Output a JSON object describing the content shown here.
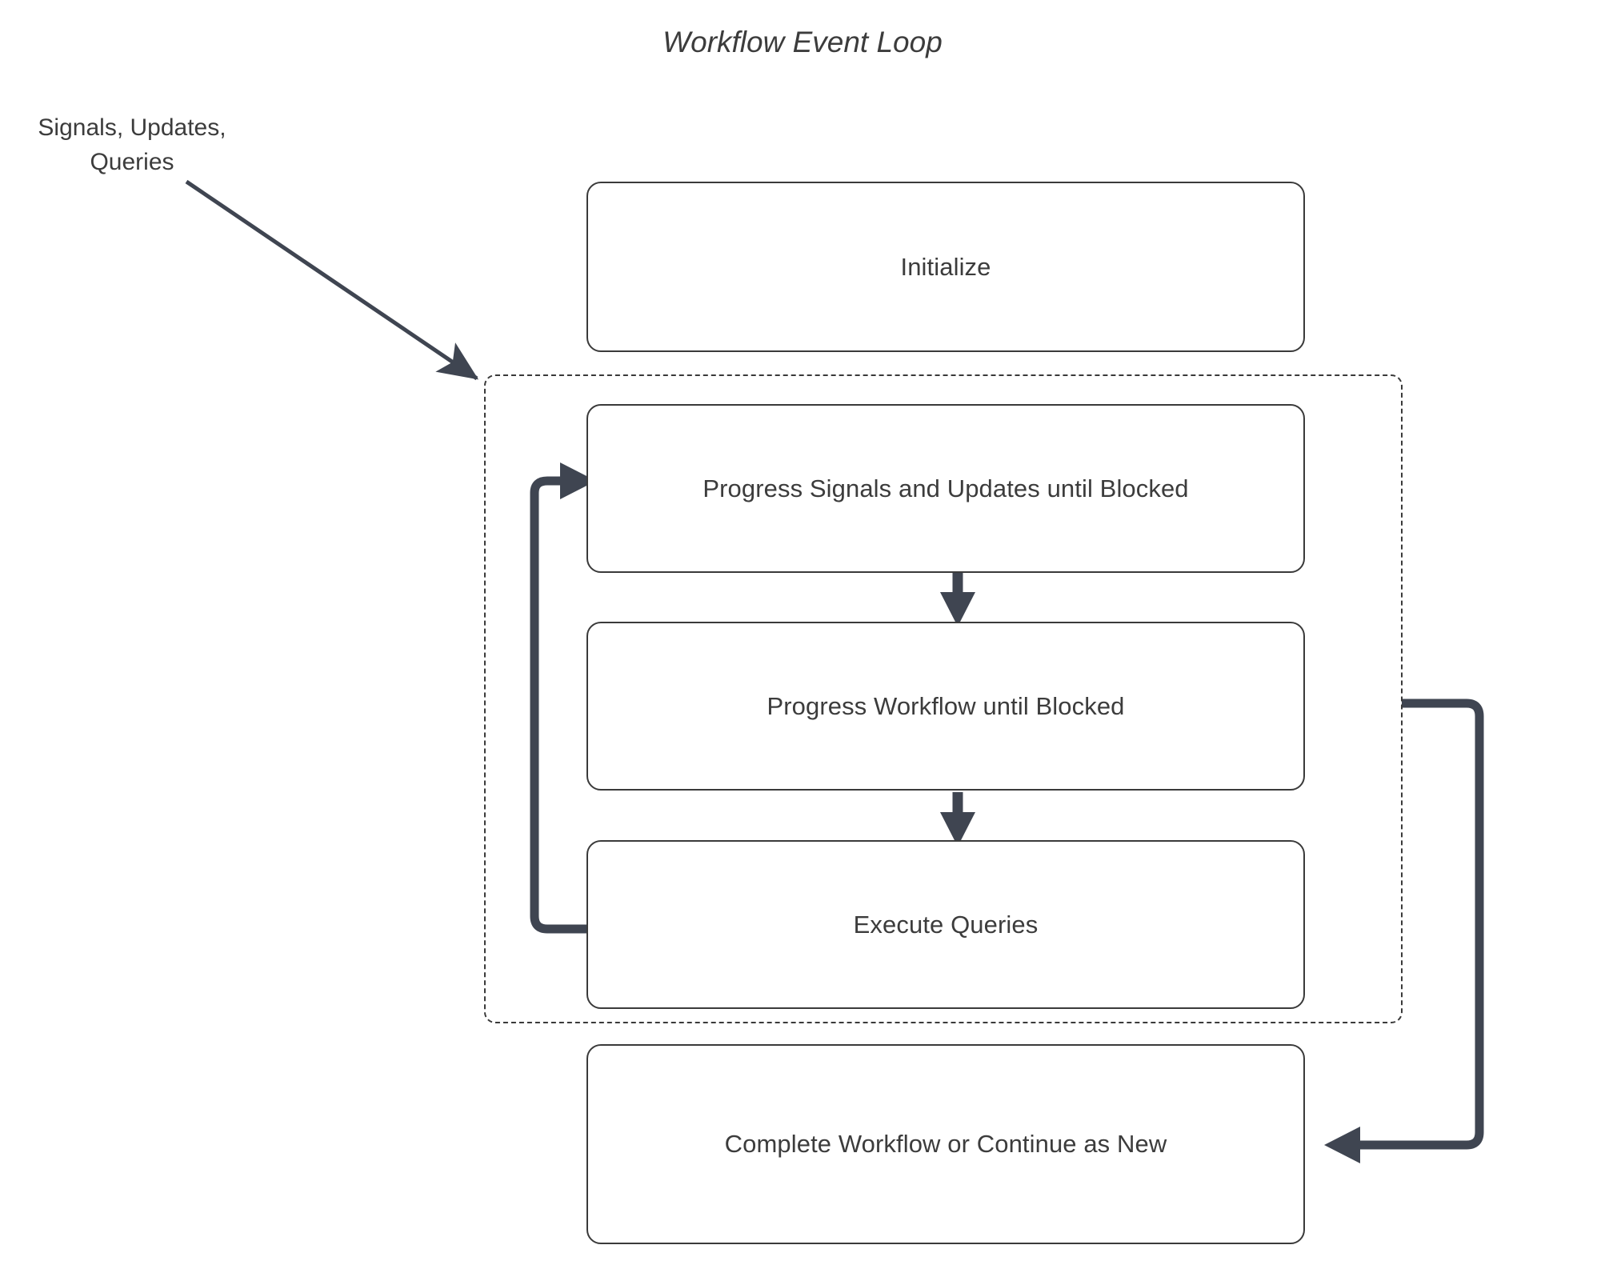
{
  "diagram": {
    "title": "Workflow Event Loop",
    "external_input": {
      "label_line1": "Signals, Updates,",
      "label_line2": "Queries"
    },
    "nodes": [
      {
        "id": "initialize",
        "label": "Initialize"
      },
      {
        "id": "progress-signals-updates",
        "label": "Progress Signals and Updates until Blocked"
      },
      {
        "id": "progress-workflow",
        "label": "Progress Workflow until Blocked"
      },
      {
        "id": "execute-queries",
        "label": "Execute Queries"
      },
      {
        "id": "complete-workflow",
        "label": "Complete Workflow or Continue as New"
      }
    ],
    "group": {
      "id": "event-loop-group",
      "style": "dashed",
      "contains": [
        "progress-signals-updates",
        "progress-workflow",
        "execute-queries"
      ]
    },
    "edges": [
      {
        "id": "external-to-loop",
        "from": "external-input",
        "to": "event-loop-group",
        "style": "solid-thin-arrow"
      },
      {
        "id": "signals-to-workflow",
        "from": "progress-signals-updates",
        "to": "progress-workflow",
        "style": "solid-arrow"
      },
      {
        "id": "workflow-to-queries",
        "from": "progress-workflow",
        "to": "execute-queries",
        "style": "solid-arrow"
      },
      {
        "id": "queries-back-to-signals",
        "from": "execute-queries",
        "to": "progress-signals-updates",
        "style": "thick-loop-arrow"
      },
      {
        "id": "loop-to-complete",
        "from": "event-loop-group",
        "to": "complete-workflow",
        "style": "thick-loop-arrow"
      }
    ],
    "colors": {
      "stroke": "#3a3a3a",
      "arrow": "#3f4551",
      "text": "#3c3c3c",
      "background": "#ffffff"
    }
  }
}
